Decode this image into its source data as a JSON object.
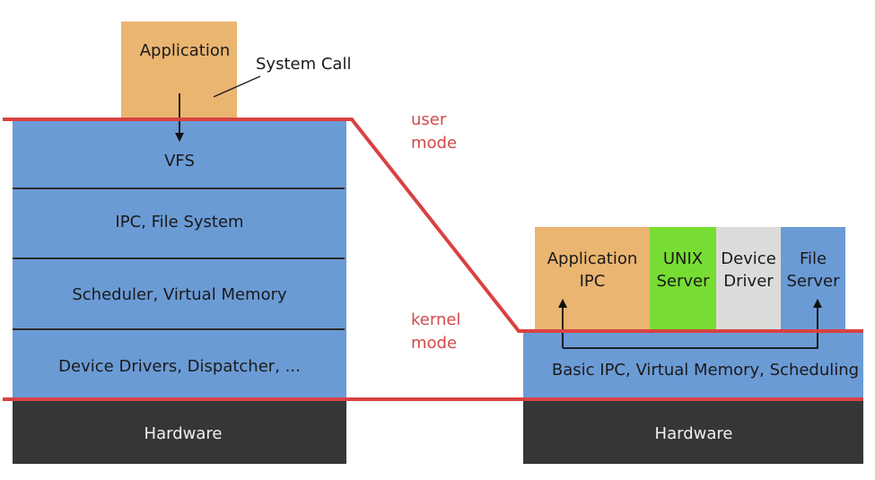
{
  "colors": {
    "application": "#eab571",
    "kernel": "#6b9bd5",
    "unix_server": "#77dd33",
    "device_driver": "#dcdcda",
    "hardware": "#363636",
    "boundary": "#d94141",
    "divider": "#2b2b2b",
    "mode_text": "#d14a4a"
  },
  "monolithic": {
    "application": "Application",
    "system_call": "System Call",
    "layers": [
      "VFS",
      "IPC, File System",
      "Scheduler, Virtual Memory",
      "Device Drivers, Dispatcher, ..."
    ],
    "hardware": "Hardware"
  },
  "modes": {
    "user_line1": "user",
    "user_line2": "mode",
    "kernel_line1": "kernel",
    "kernel_line2": "mode"
  },
  "microkernel": {
    "servers": {
      "app_line1": "Application",
      "app_line2": "IPC",
      "unix_line1": "UNIX",
      "unix_line2": "Server",
      "driver_line1": "Device",
      "driver_line2": "Driver",
      "file_line1": "File",
      "file_line2": "Server"
    },
    "kernel": "Basic IPC, Virtual Memory, Scheduling",
    "hardware": "Hardware"
  }
}
